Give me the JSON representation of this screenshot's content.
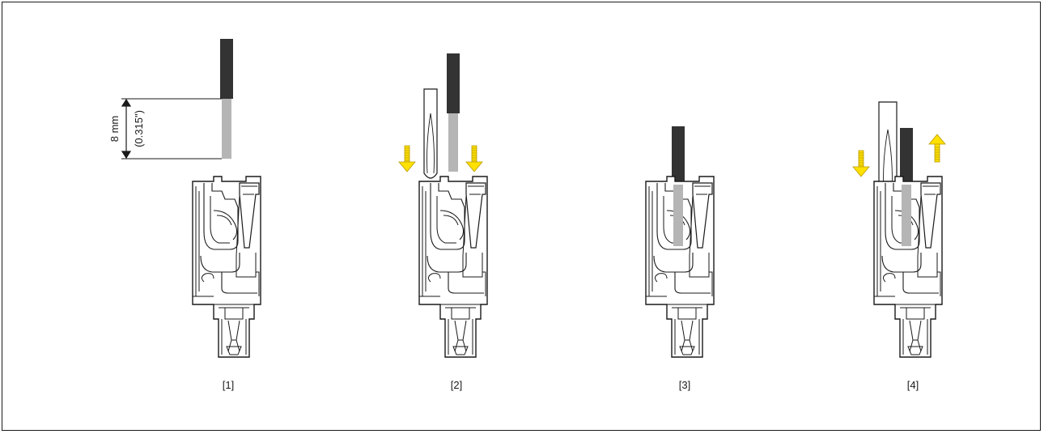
{
  "steps": [
    {
      "label": "[1]"
    },
    {
      "label": "[2]"
    },
    {
      "label": "[3]"
    },
    {
      "label": "[4]"
    }
  ],
  "dimension": {
    "metric": "8 mm",
    "imperial": "(0.315\")"
  },
  "colors": {
    "stroke": "#1a1a1a",
    "insulation": "#333333",
    "conductor": "#b5b5b5",
    "arrow_fill": "#ffe100",
    "arrow_stroke": "#b89a00"
  },
  "icons": [
    "connector-housing",
    "wire",
    "screwdriver",
    "insert-arrow",
    "remove-arrow",
    "dimension-arrow"
  ]
}
